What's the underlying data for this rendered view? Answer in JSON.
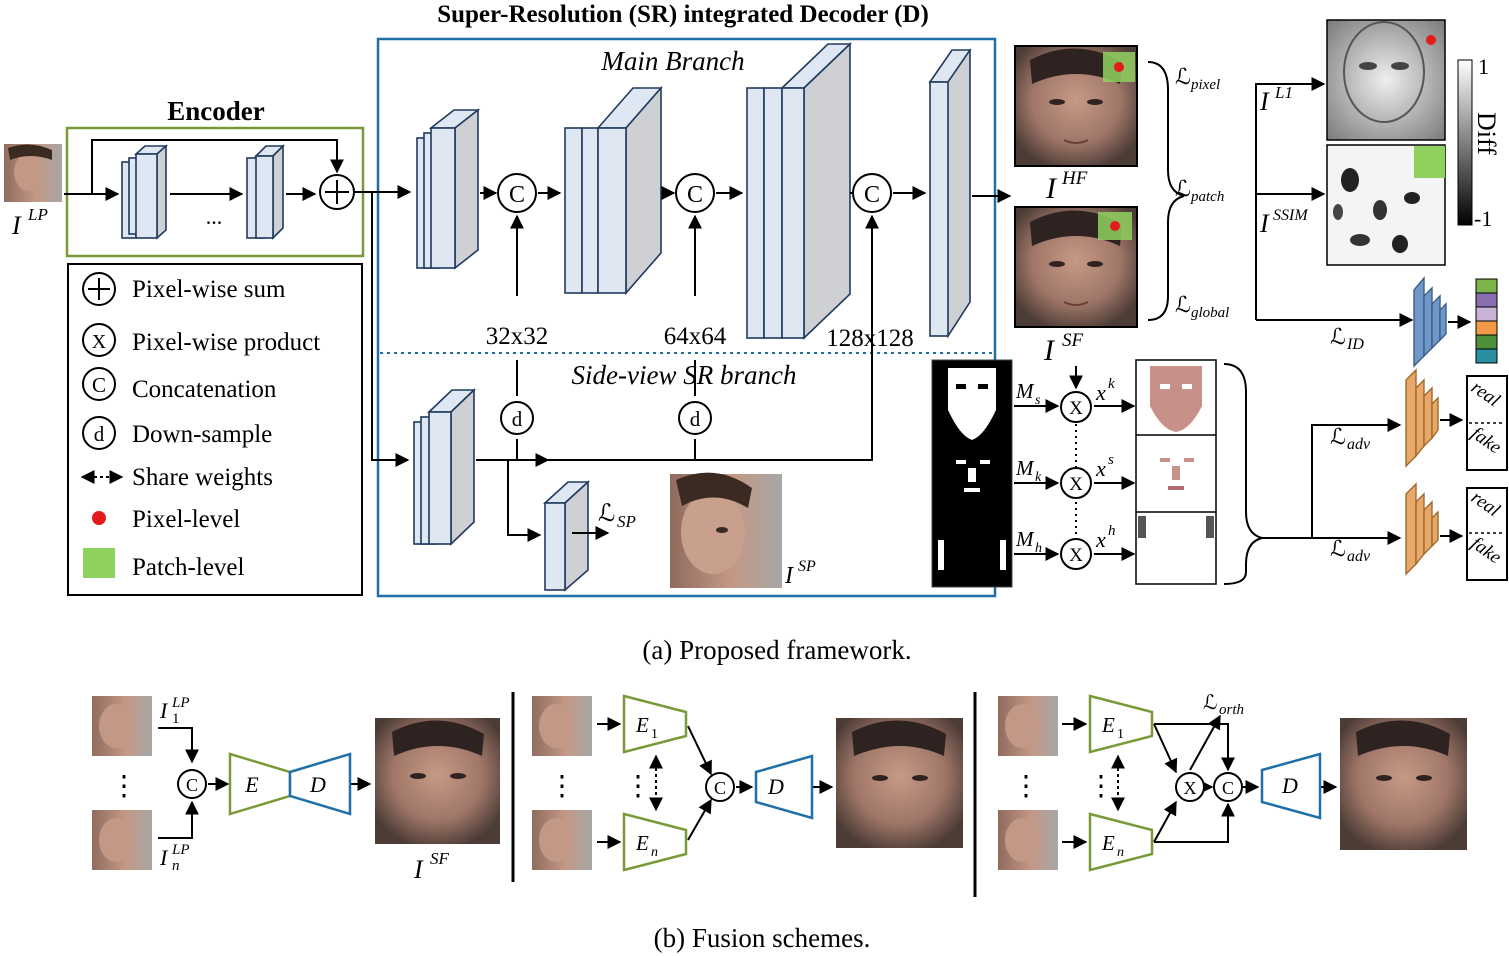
{
  "title": "Super-Resolution (SR) integrated Decoder (D)",
  "encoder": {
    "title": "Encoder",
    "ellipsis": "..."
  },
  "branches": {
    "main": "Main Branch",
    "side": "Side-view  SR branch"
  },
  "resolutions": [
    "32x32",
    "64x64",
    "128x128"
  ],
  "ops": {
    "concat": "C",
    "downsample": "d",
    "product": "X"
  },
  "math": {
    "I": "I",
    "LP": "LP",
    "HF": "HF",
    "SF": "SF",
    "SP": "SP",
    "L1": "L1",
    "SSIM": "SSIM",
    "L": "ℒ",
    "pixel": "pixel",
    "patch": "patch",
    "global": "global",
    "ID": "ID",
    "adv": "adv",
    "orth": "orth",
    "M": "M",
    "x": "x",
    "s": "s",
    "k": "k",
    "h": "h",
    "E": "E",
    "D": "D",
    "sub1": "1",
    "subn": "n",
    "vdots": "⋮"
  },
  "legend": {
    "items": [
      {
        "symbol": "+",
        "label": "Pixel-wise sum"
      },
      {
        "symbol": "X",
        "label": "Pixel-wise product"
      },
      {
        "symbol": "C",
        "label": "Concatenation"
      },
      {
        "symbol": "d",
        "label": "Down-sample"
      },
      {
        "symbol": "",
        "label": "Share weights"
      },
      {
        "symbol": "",
        "label": "Pixel-level"
      },
      {
        "symbol": "",
        "label": "Patch-level"
      }
    ]
  },
  "colorbar": {
    "label": "Diff",
    "max": "1",
    "min": "-1"
  },
  "discriminator": {
    "real": "real",
    "fake": "fake"
  },
  "captions": {
    "a": "(a) Proposed framework.",
    "b": "(b) Fusion schemes."
  },
  "colors": {
    "encoder_box": "#7a9a3a",
    "decoder_box": "#1f6fa8",
    "pixel_dot": "#e41a1c",
    "patch_square": "#8fd15f",
    "id_net": "#6f97c8",
    "adv_net": "#e8a86a",
    "id_bars": [
      "#7db34a",
      "#8a6fb0",
      "#c9b3d6",
      "#f29a4a",
      "#4e8f3a",
      "#2a8fa0"
    ]
  }
}
